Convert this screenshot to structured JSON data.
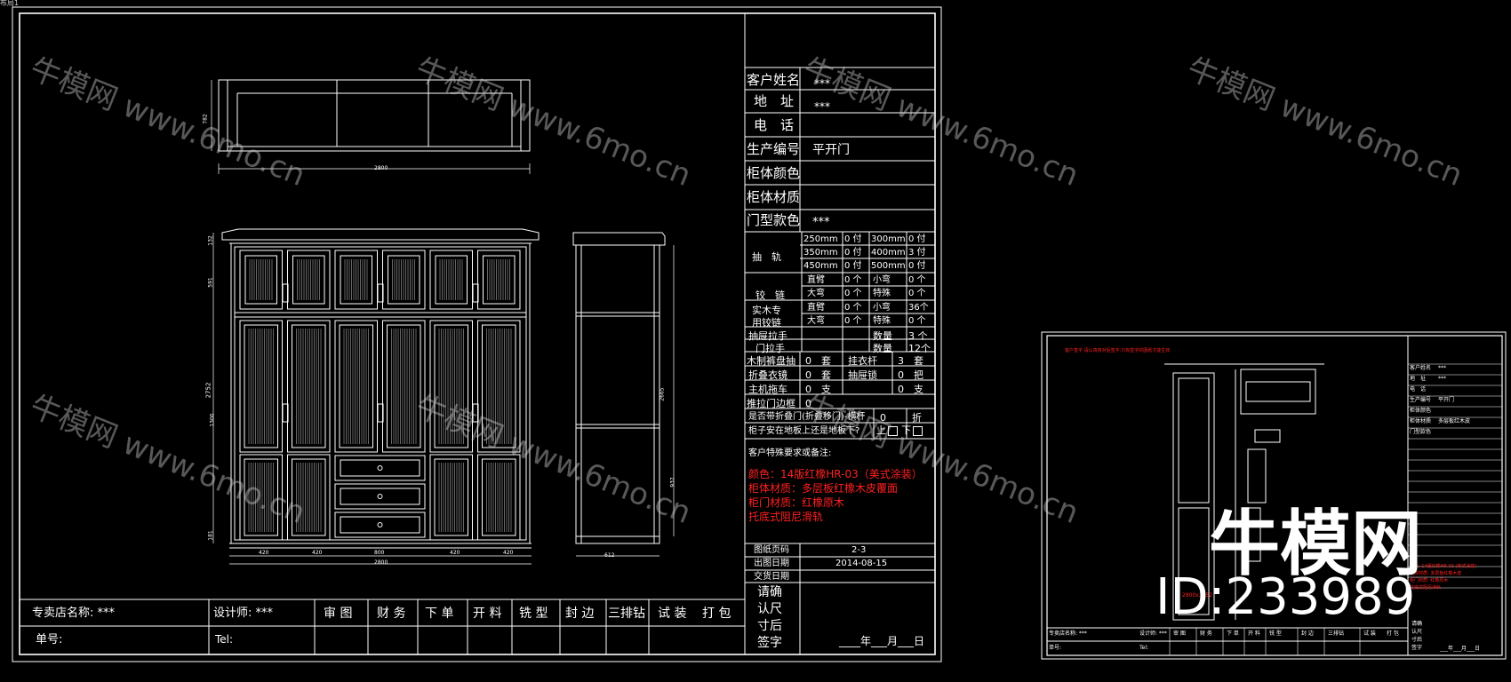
{
  "window_title": "布局1",
  "form": {
    "customer_name_label": "客户姓名",
    "customer_name_value": "***",
    "address_label": "地　址",
    "address_value": "***",
    "phone_label": "电　话",
    "production_no_label": "生产编号",
    "production_no_value": "平开门",
    "cabinet_color_label": "柜体颜色",
    "cabinet_material_label": "柜体材质",
    "door_style_label": "门型款色",
    "door_style_value": "***",
    "drawer_rail_label": "抽　轨",
    "rails": [
      {
        "size_a": "250mm",
        "qty_a": "0 付",
        "size_b": "300mm",
        "qty_b": "0 付"
      },
      {
        "size_a": "350mm",
        "qty_a": "0 付",
        "size_b": "400mm",
        "qty_b": "3 付"
      },
      {
        "size_a": "450mm",
        "qty_a": "0 付",
        "size_b": "500mm",
        "qty_b": "0 付"
      }
    ],
    "hinge_label": "铰　链",
    "hinge_rows": [
      {
        "a": "直臂",
        "qa": "0 个",
        "b": "小弯",
        "qb": "0 个"
      },
      {
        "a": "大弯",
        "qa": "0 个",
        "b": "特殊",
        "qb": "0 个"
      }
    ],
    "wood_hinge_label_1": "实木专",
    "wood_hinge_label_2": "用铰链",
    "wood_hinge_rows": [
      {
        "a": "直臂",
        "qa": "0 个",
        "b": "小弯",
        "qb": "36个"
      },
      {
        "a": "大弯",
        "qa": "0 个",
        "b": "特殊",
        "qb": "0 个"
      }
    ],
    "drawer_handle_label": "抽屉拉手",
    "drawer_handle_qty_label": "数量",
    "drawer_handle_qty": "3 个",
    "door_handle_label": "门拉手",
    "door_handle_qty_label": "数量",
    "door_handle_qty": "12个",
    "trouser_rack_label": "木制裤盘抽",
    "trouser_rack_qty": "0　套",
    "hanger_rod_label": "挂衣杆",
    "hanger_rod_qty": "3　套",
    "mirror_label": "折叠衣镜",
    "mirror_qty": "0　套",
    "drawer_lock_label": "抽屉锁",
    "drawer_lock_qty": "0　把",
    "host_tray_label": "主机拖车",
    "host_tray_qty": "0　支",
    "host_tray_qty2": "0　支",
    "slide_frame_label": "推拉门边框",
    "slide_frame_qty": "0",
    "fold_door_label": "是否带折叠门(折叠移门)-横杆",
    "fold_door_qty": "0",
    "fold_door_unit": "折",
    "floor_label": "柜子安在地板上还是地板下?",
    "floor_up": "上",
    "floor_down": "下",
    "remarks_label": "客户特殊要求或备注:",
    "remarks": [
      "颜色：14版红橡HR-03（美式涂装）",
      "柜体材质：多层板红橡木皮覆面",
      "柜门材质：红橡原木",
      "托底式阻尼滑轨"
    ],
    "page_no_label": "图纸页码",
    "page_no": "2-3",
    "drawing_date_label": "出图日期",
    "drawing_date": "2014-08-15",
    "delivery_date_label": "交货日期",
    "confirm_lines": [
      "请确",
      "认尺",
      "寸后",
      "签字"
    ],
    "sign_date": "____年___月___日"
  },
  "footer": {
    "store_label": "专卖店名称: ***",
    "designer_label": "设计师: ***",
    "order_label": "单号:",
    "tel_label": "Tel:",
    "steps": [
      "审 图",
      "财 务",
      "下 单",
      "开 料",
      "铣 型",
      "封 边",
      "三排钻",
      "试 装",
      "打 包"
    ]
  },
  "dimensions": {
    "top_width": "2800",
    "top_height": "782",
    "front_w": "2800",
    "front_h": "2752",
    "segments": [
      "420",
      "420",
      "800",
      "420",
      "420"
    ],
    "side_depth": "612",
    "side_h": "2665",
    "side_lower": "937",
    "front_heights": [
      "132",
      "591",
      "1300",
      "181"
    ]
  },
  "mini_form": {
    "title_line": "客户签字 请认真核对后签字:只有签字的图纸才能生效",
    "red_remarks": [
      "颜色: 14版红橡HR-03 (美式涂装)",
      "柜体材质: 多层板红橡木皮",
      "柜门材质: 红橡原木",
      "托底式阻尼滑轨"
    ],
    "labels": [
      "客户姓名",
      "地　址",
      "电　话",
      "生产编号",
      "柜体颜色",
      "柜体材质",
      "门型款色"
    ],
    "values": [
      "***",
      "***",
      "",
      "平开门",
      "",
      "多层板红木皮",
      ""
    ],
    "store": "专卖店名称: ***",
    "designer": "设计师: ***",
    "order": "单号:",
    "tel": "Tel:",
    "steps": [
      "审 图",
      "财 务",
      "下 单",
      "开 料",
      "铣 型",
      "封 边",
      "三排钻",
      "试 装",
      "打 包"
    ],
    "confirm": [
      "请确",
      "认尺",
      "寸后",
      "签字"
    ],
    "date": "___年___月___日",
    "dim": "2800x2752"
  },
  "watermarks": {
    "text": "牛模网 www.6mo.cn",
    "brand": "牛模网",
    "id": "ID:233989"
  }
}
